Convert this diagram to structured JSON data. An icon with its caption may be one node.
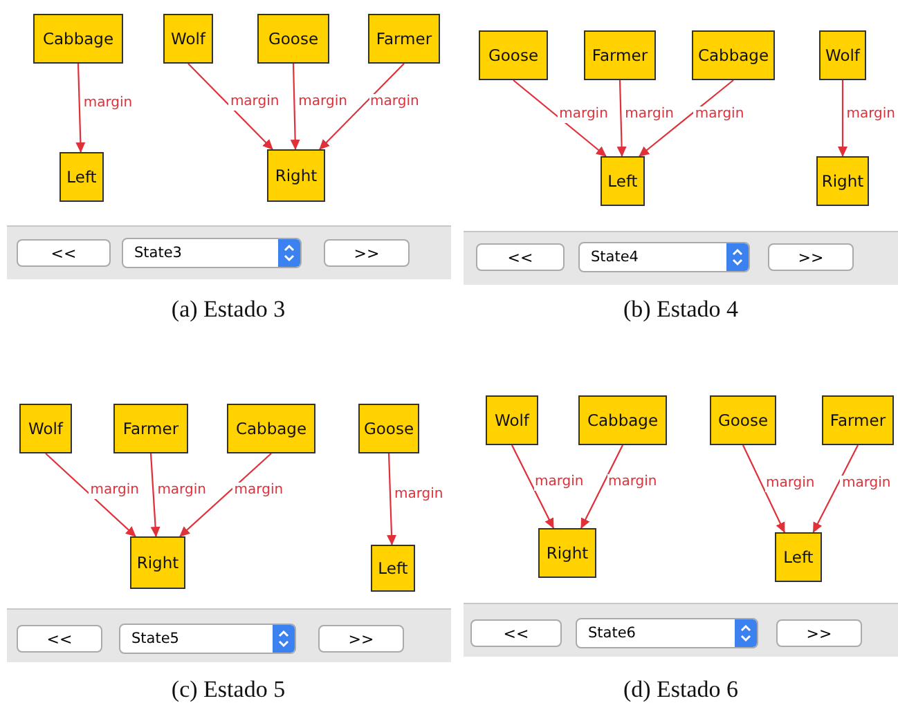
{
  "diagram": {
    "nodes": [
      {
        "text": [
          "Cabbage"
        ]
      },
      {
        "text": [
          "Wolf"
        ]
      },
      {
        "text": [
          "Goose"
        ]
      },
      {
        "text": [
          "Farmer"
        ]
      },
      {
        "text": [
          "Left"
        ]
      },
      {
        "text": [
          "Right"
        ]
      },
      {
        "text": [
          "Goose"
        ]
      },
      {
        "text": [
          "Farmer"
        ]
      },
      {
        "text": [
          "Cabbage"
        ]
      },
      {
        "text": [
          "Wolf"
        ]
      },
      {
        "text": [
          "Left"
        ]
      },
      {
        "text": [
          "Right"
        ]
      },
      {
        "text": [
          "Wolf"
        ]
      },
      {
        "text": [
          "Farmer"
        ]
      },
      {
        "text": [
          "Cabbage"
        ]
      },
      {
        "text": [
          "Goose"
        ]
      },
      {
        "text": [
          "Right"
        ]
      },
      {
        "text": [
          "Left"
        ]
      },
      {
        "text": [
          "Wolf"
        ]
      },
      {
        "text": [
          "Cabbage"
        ]
      },
      {
        "text": [
          "Goose"
        ]
      },
      {
        "text": [
          "Farmer"
        ]
      },
      {
        "text": [
          "Right"
        ]
      },
      {
        "text": [
          "Left"
        ]
      }
    ],
    "edges": [
      {
        "from": 0,
        "to": 4,
        "arrow": "to",
        "label": "margin"
      },
      {
        "from": 1,
        "to": 5,
        "arrow": "to",
        "label": "margin"
      },
      {
        "from": 2,
        "to": 5,
        "arrow": "to",
        "label": "margin"
      },
      {
        "from": 3,
        "to": 5,
        "arrow": "to",
        "label": "margin"
      },
      {
        "from": 6,
        "to": 10,
        "arrow": "to",
        "label": "margin"
      },
      {
        "from": 7,
        "to": 10,
        "arrow": "to",
        "label": "margin"
      },
      {
        "from": 8,
        "to": 10,
        "arrow": "to",
        "label": "margin"
      },
      {
        "from": 9,
        "to": 11,
        "arrow": "to",
        "label": "margin"
      },
      {
        "from": 12,
        "to": 16,
        "arrow": "to",
        "label": "margin"
      },
      {
        "from": 13,
        "to": 16,
        "arrow": "to",
        "label": "margin"
      },
      {
        "from": 14,
        "to": 16,
        "arrow": "to",
        "label": "margin"
      },
      {
        "from": 15,
        "to": 17,
        "arrow": "to",
        "label": "margin"
      },
      {
        "from": 18,
        "to": 22,
        "arrow": "to",
        "label": "margin"
      },
      {
        "from": 19,
        "to": 22,
        "arrow": "to",
        "label": "margin"
      },
      {
        "from": 20,
        "to": 23,
        "arrow": "to",
        "label": "margin"
      },
      {
        "from": 21,
        "to": 23,
        "arrow": "to",
        "label": "margin"
      }
    ],
    "labels": [
      "<<",
      "State3",
      ">>",
      "<<",
      "State4",
      ">>",
      "(a) Estado 3",
      "(b) Estado 4",
      "<<",
      "State5",
      ">>",
      "<<",
      "State6",
      ">>",
      "(c) Estado 5",
      "(d) Estado 6"
    ]
  }
}
